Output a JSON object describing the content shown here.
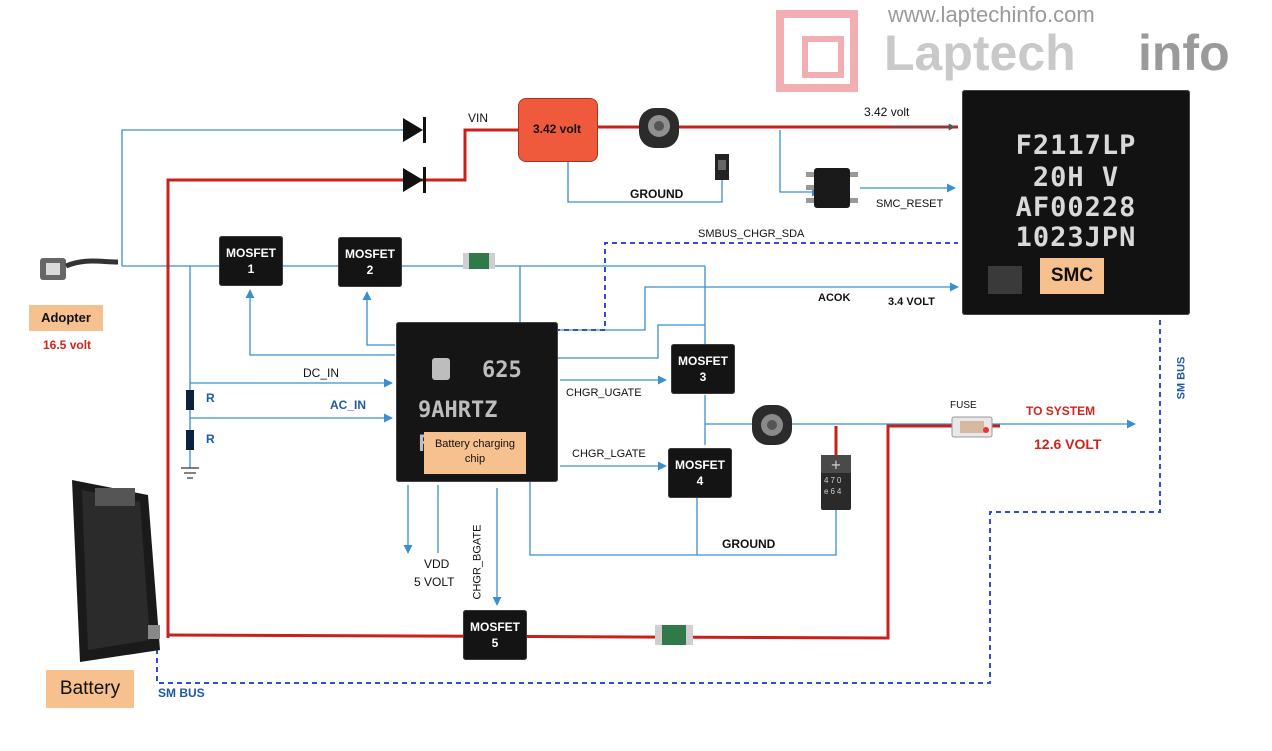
{
  "watermark": {
    "url": "www.laptechinfo.com",
    "brand_a": "Laptech",
    "brand_b": "info"
  },
  "adapter": {
    "label": "Adopter",
    "voltage": "16.5 volt"
  },
  "battery": {
    "label": "Battery"
  },
  "vin": {
    "label": "VIN",
    "regulator_value": "3.42 volt"
  },
  "smc": {
    "label": "SMC",
    "markings": [
      "F2117LP",
      "20H V",
      "AF00228",
      "1023JPN"
    ],
    "supply": "3.42 volt"
  },
  "charger": {
    "label": "Battery charging chip",
    "markings": [
      "625",
      "9AHRTZ",
      "F"
    ]
  },
  "mosfets": [
    {
      "title": "MOSFET",
      "num": "1"
    },
    {
      "title": "MOSFET",
      "num": "2"
    },
    {
      "title": "MOSFET",
      "num": "3"
    },
    {
      "title": "MOSFET",
      "num": "4"
    },
    {
      "title": "MOSFET",
      "num": "5"
    }
  ],
  "signals": {
    "smc_reset": "SMC_RESET",
    "smbus_sda": "SMBUS_CHGR_SDA",
    "acok": "ACOK",
    "acok_volt": "3.4 VOLT",
    "dc_in": "DC_IN",
    "ac_in": "AC_IN",
    "ugate": "CHGR_UGATE",
    "lgate": "CHGR_LGATE",
    "bgate": "CHGR_BGATE",
    "vdd": "VDD",
    "vdd_volt": "5 VOLT",
    "ground": "GROUND",
    "ground2": "GROUND",
    "sm_bus_right": "SM BUS",
    "sm_bus_bottom": "SM BUS",
    "r1": "R",
    "r2": "R"
  },
  "output": {
    "fuse": "FUSE",
    "to_system": "TO SYSTEM",
    "volt": "12.6 VOLT"
  },
  "capacitor": {
    "markings": [
      "470",
      "e64"
    ]
  },
  "colors": {
    "power": "#c8201b",
    "signal": "#3a8fd0",
    "bus": "#2e4fd1",
    "tag": "#f7c08f",
    "regulator": "#f05a3c"
  }
}
